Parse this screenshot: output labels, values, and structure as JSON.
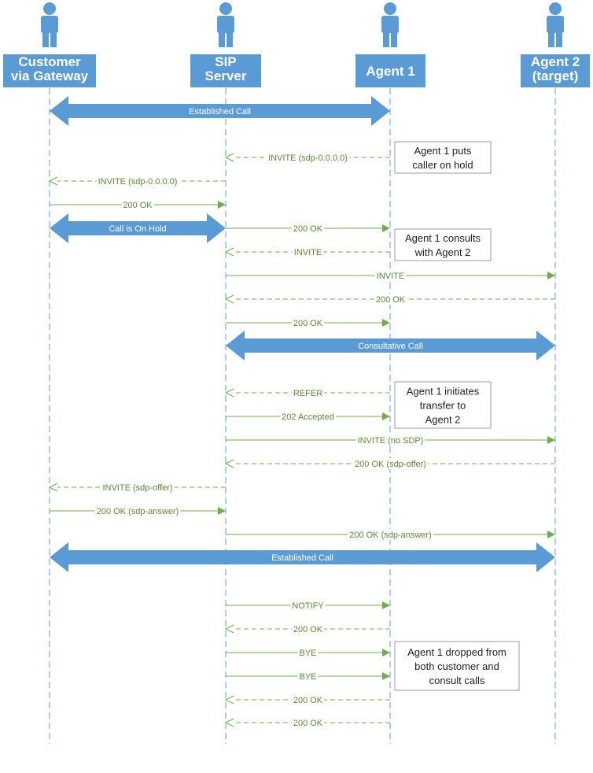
{
  "colors": {
    "actor": "#5b9bd5",
    "lifeline": "#5b9bd5",
    "message": "#70ad47",
    "message_text": "#5a8a34",
    "note_border": "#9a9a9a"
  },
  "icons": {
    "actor": "person-icon"
  },
  "actors": [
    {
      "id": "customer",
      "label_lines": [
        "Customer",
        "via Gateway"
      ]
    },
    {
      "id": "sip",
      "label_lines": [
        "SIP",
        "Server"
      ]
    },
    {
      "id": "agent1",
      "label_lines": [
        "Agent 1"
      ]
    },
    {
      "id": "agent2",
      "label_lines": [
        "Agent 2",
        "(target)"
      ]
    }
  ],
  "sequence": [
    {
      "kind": "band",
      "from": "customer",
      "to": "agent1",
      "label": "Established Call"
    },
    {
      "kind": "msg",
      "from": "agent1",
      "to": "sip",
      "label": "INVITE (sdp-0.0.0.0)",
      "style": "dashed"
    },
    {
      "kind": "msg",
      "from": "sip",
      "to": "customer",
      "label": "INVITE (sdp-0.0.0.0)",
      "style": "dashed"
    },
    {
      "kind": "msg",
      "from": "customer",
      "to": "sip",
      "label": "200 OK",
      "style": "solid"
    },
    {
      "kind": "band",
      "from": "customer",
      "to": "sip",
      "label": "Call is On Hold"
    },
    {
      "kind": "msg",
      "from": "sip",
      "to": "agent1",
      "label": "200 OK",
      "style": "solid"
    },
    {
      "kind": "msg",
      "from": "agent1",
      "to": "sip",
      "label": "INVITE",
      "style": "dashed"
    },
    {
      "kind": "msg",
      "from": "sip",
      "to": "agent2",
      "label": "INVITE",
      "style": "solid"
    },
    {
      "kind": "msg",
      "from": "agent2",
      "to": "sip",
      "label": "200 OK",
      "style": "dashed"
    },
    {
      "kind": "msg",
      "from": "sip",
      "to": "agent1",
      "label": "200 OK",
      "style": "solid"
    },
    {
      "kind": "band",
      "from": "sip",
      "to": "agent2",
      "label": "Consultative Call"
    },
    {
      "kind": "msg",
      "from": "agent1",
      "to": "sip",
      "label": "REFER",
      "style": "dashed"
    },
    {
      "kind": "msg",
      "from": "sip",
      "to": "agent1",
      "label": "202 Accepted",
      "style": "solid"
    },
    {
      "kind": "msg",
      "from": "sip",
      "to": "agent2",
      "label": "INVITE (no SDP)",
      "style": "solid"
    },
    {
      "kind": "msg",
      "from": "agent2",
      "to": "sip",
      "label": "200 OK (sdp-offer)",
      "style": "dashed"
    },
    {
      "kind": "msg",
      "from": "sip",
      "to": "customer",
      "label": "INVITE (sdp-offer)",
      "style": "dashed"
    },
    {
      "kind": "msg",
      "from": "customer",
      "to": "sip",
      "label": "200 OK (sdp-answer)",
      "style": "solid"
    },
    {
      "kind": "msg",
      "from": "sip",
      "to": "agent2",
      "label": "200 OK (sdp-answer)",
      "style": "solid"
    },
    {
      "kind": "band",
      "from": "customer",
      "to": "agent2",
      "label": "Established Call"
    },
    {
      "kind": "msg",
      "from": "sip",
      "to": "agent1",
      "label": "NOTIFY",
      "style": "solid"
    },
    {
      "kind": "msg",
      "from": "agent1",
      "to": "sip",
      "label": "200 OK",
      "style": "dashed"
    },
    {
      "kind": "msg",
      "from": "sip",
      "to": "agent1",
      "label": "BYE",
      "style": "solid"
    },
    {
      "kind": "msg",
      "from": "sip",
      "to": "agent1",
      "label": "BYE",
      "style": "solid"
    },
    {
      "kind": "msg",
      "from": "agent1",
      "to": "sip",
      "label": "200 OK",
      "style": "dashed"
    },
    {
      "kind": "msg",
      "from": "agent1",
      "to": "sip",
      "label": "200 OK",
      "style": "dashed"
    }
  ],
  "notes": [
    {
      "lines": [
        "Agent 1 puts",
        "caller on hold"
      ]
    },
    {
      "lines": [
        "Agent 1 consults",
        "with Agent 2"
      ]
    },
    {
      "lines": [
        "Agent 1 initiates",
        "transfer to",
        "Agent 2"
      ]
    },
    {
      "lines": [
        "Agent 1 dropped from",
        "both customer and",
        "consult calls"
      ]
    }
  ]
}
